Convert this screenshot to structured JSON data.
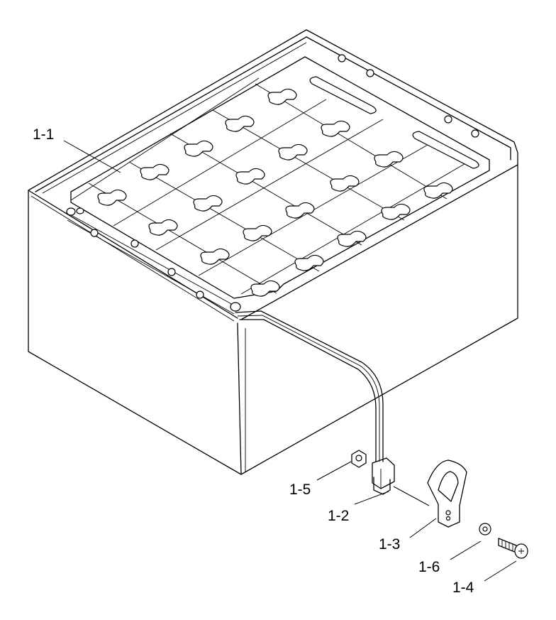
{
  "labels": {
    "battery_tray": "1-1",
    "connector": "1-2",
    "handle": "1-3",
    "screw": "1-4",
    "nut": "1-5",
    "washer": "1-6"
  }
}
